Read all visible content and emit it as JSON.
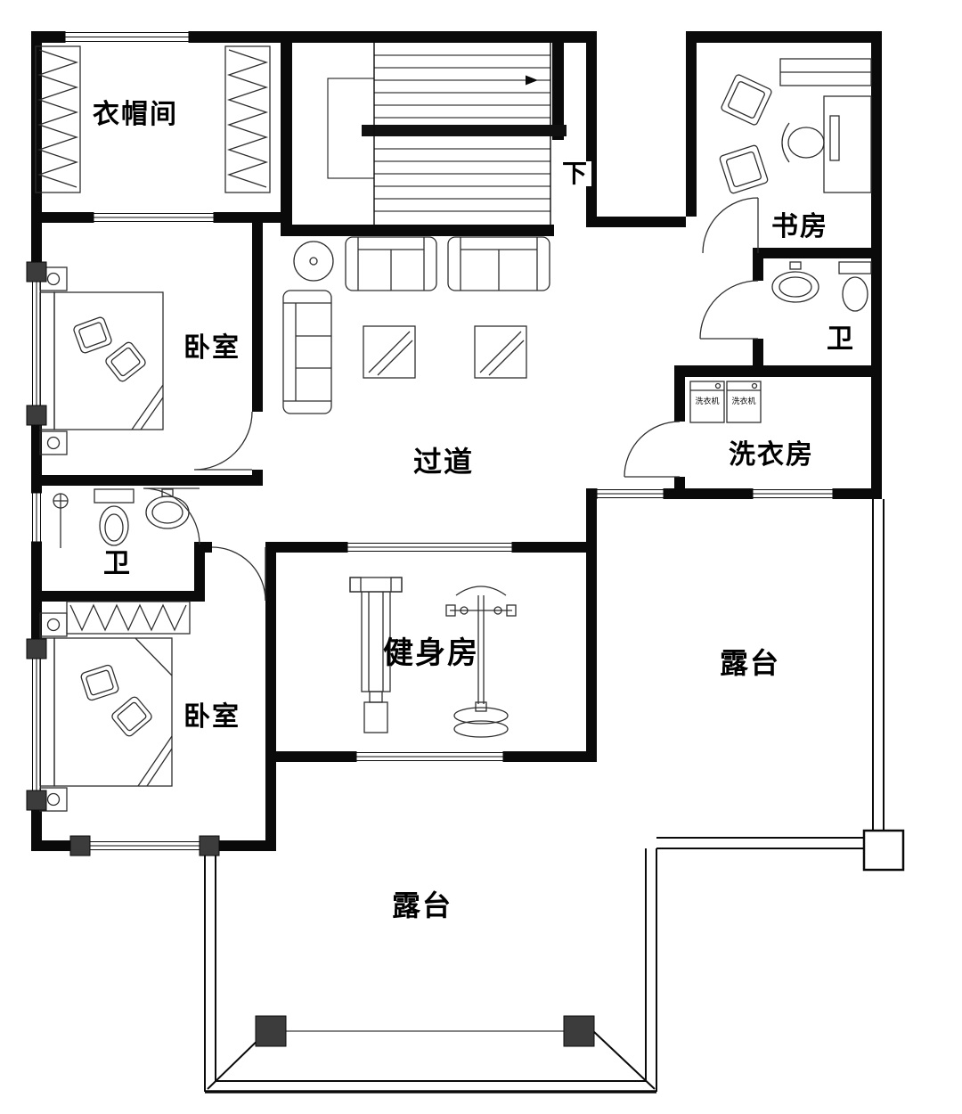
{
  "plan": {
    "labels": {
      "cloakroom": "衣帽间",
      "stairs_down": "下",
      "study": "书房",
      "bedroom_upper": "卧室",
      "bathroom_right": "卫",
      "laundry_room": "洗衣房",
      "corridor": "过道",
      "bathroom_left": "卫",
      "gym": "健身房",
      "terrace_right": "露台",
      "bedroom_lower": "卧室",
      "terrace_bottom": "露台",
      "washing_machine_left": "洗衣机",
      "washing_machine_right": "洗衣机"
    },
    "colors": {
      "wall": "#0a0a0a",
      "furniture_line": "#2e2e2e",
      "column_fill": "#3c3c3c",
      "background": "#ffffff"
    }
  }
}
